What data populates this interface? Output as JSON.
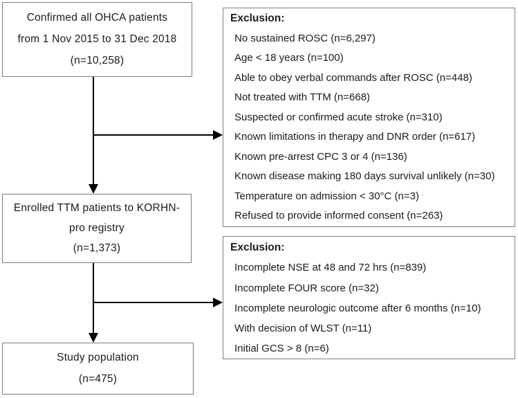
{
  "diagram": {
    "boxes": [
      {
        "name": "confirmed-ohca-patients",
        "lines": [
          "Confirmed all OHCA patients",
          "from 1 Nov 2015 to 31 Dec 2018",
          "(n=10,258)"
        ]
      },
      {
        "name": "enrolled-ttm-patients",
        "lines": [
          "Enrolled TTM patients to KORHN-",
          "pro registry",
          "(n=1,373)"
        ]
      },
      {
        "name": "study-population",
        "lines": [
          "Study population",
          "(n=475)"
        ]
      }
    ],
    "exclusions": [
      {
        "title": "Exclusion:",
        "items": [
          "No sustained ROSC (n=6,297)",
          "Age < 18 years (n=100)",
          "Able to obey verbal commands after ROSC (n=448)",
          "Not treated with TTM (n=668)",
          "Suspected or confirmed acute stroke (n=310)",
          "Known limitations in therapy and DNR order (n=617)",
          "Known pre-arrest CPC 3 or 4 (n=136)",
          "Known disease making 180 days survival unlikely (n=30)",
          "Temperature on admission < 30°C (n=3)",
          "Refused to provide informed consent (n=263)"
        ]
      },
      {
        "title": "Exclusion:",
        "items": [
          "Incomplete NSE at 48 and 72 hrs (n=839)",
          "Incomplete FOUR score (n=32)",
          "Incomplete neurologic outcome after 6 months (n=10)",
          "With decision of WLST (n=11)",
          "Initial GCS > 8 (n=6)"
        ]
      }
    ],
    "colors": {
      "box_border": "#7d7d7d",
      "text": "#1b1b1b",
      "arrow": "#000000",
      "background": "#ffffff"
    }
  }
}
